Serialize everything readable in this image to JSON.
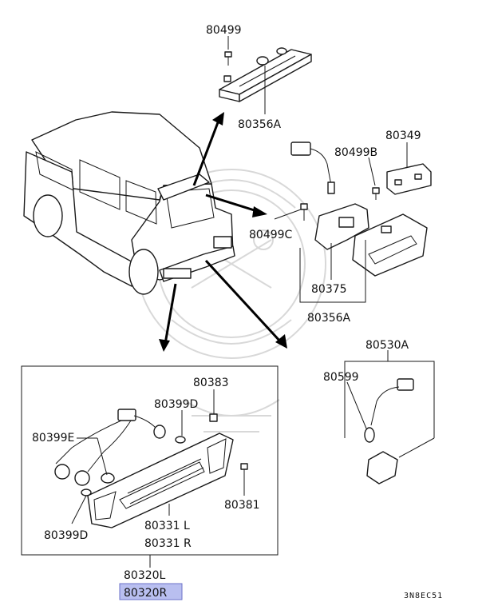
{
  "labels": {
    "p80499": "80499",
    "p80356A_top": "80356A",
    "p80349": "80349",
    "p80499B": "80499B",
    "p80499C": "80499C",
    "p80375": "80375",
    "p80356A_mid": "80356A",
    "p80530A": "80530A",
    "p80599": "80599",
    "p80383": "80383",
    "p80399D_top": "80399D",
    "p80399E": "80399E",
    "p80381": "80381",
    "p80399D_bottom": "80399D",
    "p80331L": "80331 L",
    "p80331R": "80331 R",
    "p80320L": "80320L",
    "p80320R": "80320R"
  },
  "diagram_code": "3N8EC51",
  "colors": {
    "highlight": "#b9bff0",
    "line": "#1a1a1a",
    "watermark": "#d8d8d8"
  }
}
